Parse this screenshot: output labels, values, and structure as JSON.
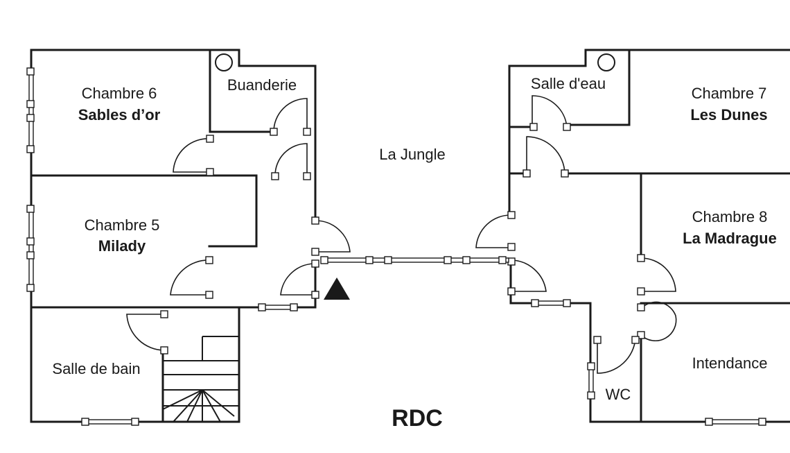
{
  "plan": {
    "floor_label": "RDC",
    "rooms": {
      "chambre6": {
        "name": "Chambre 6",
        "subtitle": "Sables d’or"
      },
      "buanderie": {
        "name": "Buanderie"
      },
      "la_jungle": {
        "name": "La Jungle"
      },
      "salle_eau": {
        "name": "Salle d'eau"
      },
      "chambre7": {
        "name": "Chambre 7",
        "subtitle": "Les Dunes"
      },
      "chambre5": {
        "name": "Chambre 5",
        "subtitle": "Milady"
      },
      "chambre8": {
        "name": "Chambre 8",
        "subtitle": "La Madrague"
      },
      "salle_bain": {
        "name": "Salle de bain"
      },
      "intendance": {
        "name": "Intendance"
      },
      "wc": {
        "name": "WC"
      }
    }
  }
}
